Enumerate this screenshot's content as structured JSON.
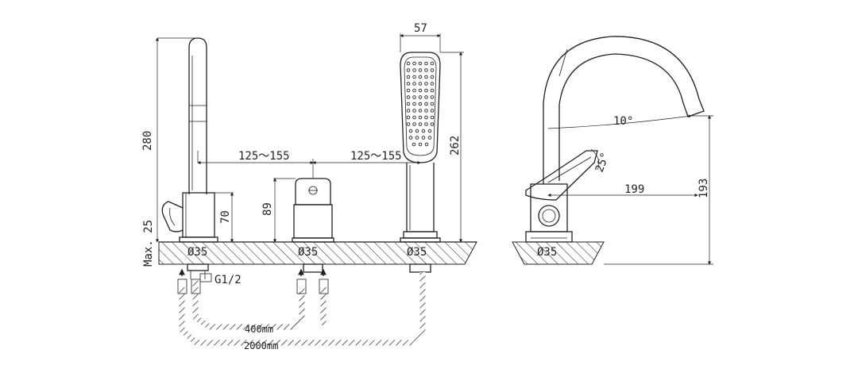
{
  "dimensions": {
    "spout_height": "280",
    "deck_max": "Max. 25",
    "mixer_body_height": "70",
    "spacing_left": "125～155",
    "spacing_right": "125～155",
    "diverter_height": "89",
    "shower_width": "57",
    "shower_height": "262",
    "hole_left": "Ø35",
    "hole_middle": "Ø35",
    "hole_right": "Ø35",
    "hole_side": "Ø35",
    "thread": "G1/2",
    "hose_short": "400mm",
    "hose_long": "2000mm",
    "spout_angle": "10°",
    "lever_angle": "25°",
    "side_reach": "199",
    "side_height": "193"
  },
  "colors": {
    "line": "#231f20",
    "background": "#ffffff"
  }
}
